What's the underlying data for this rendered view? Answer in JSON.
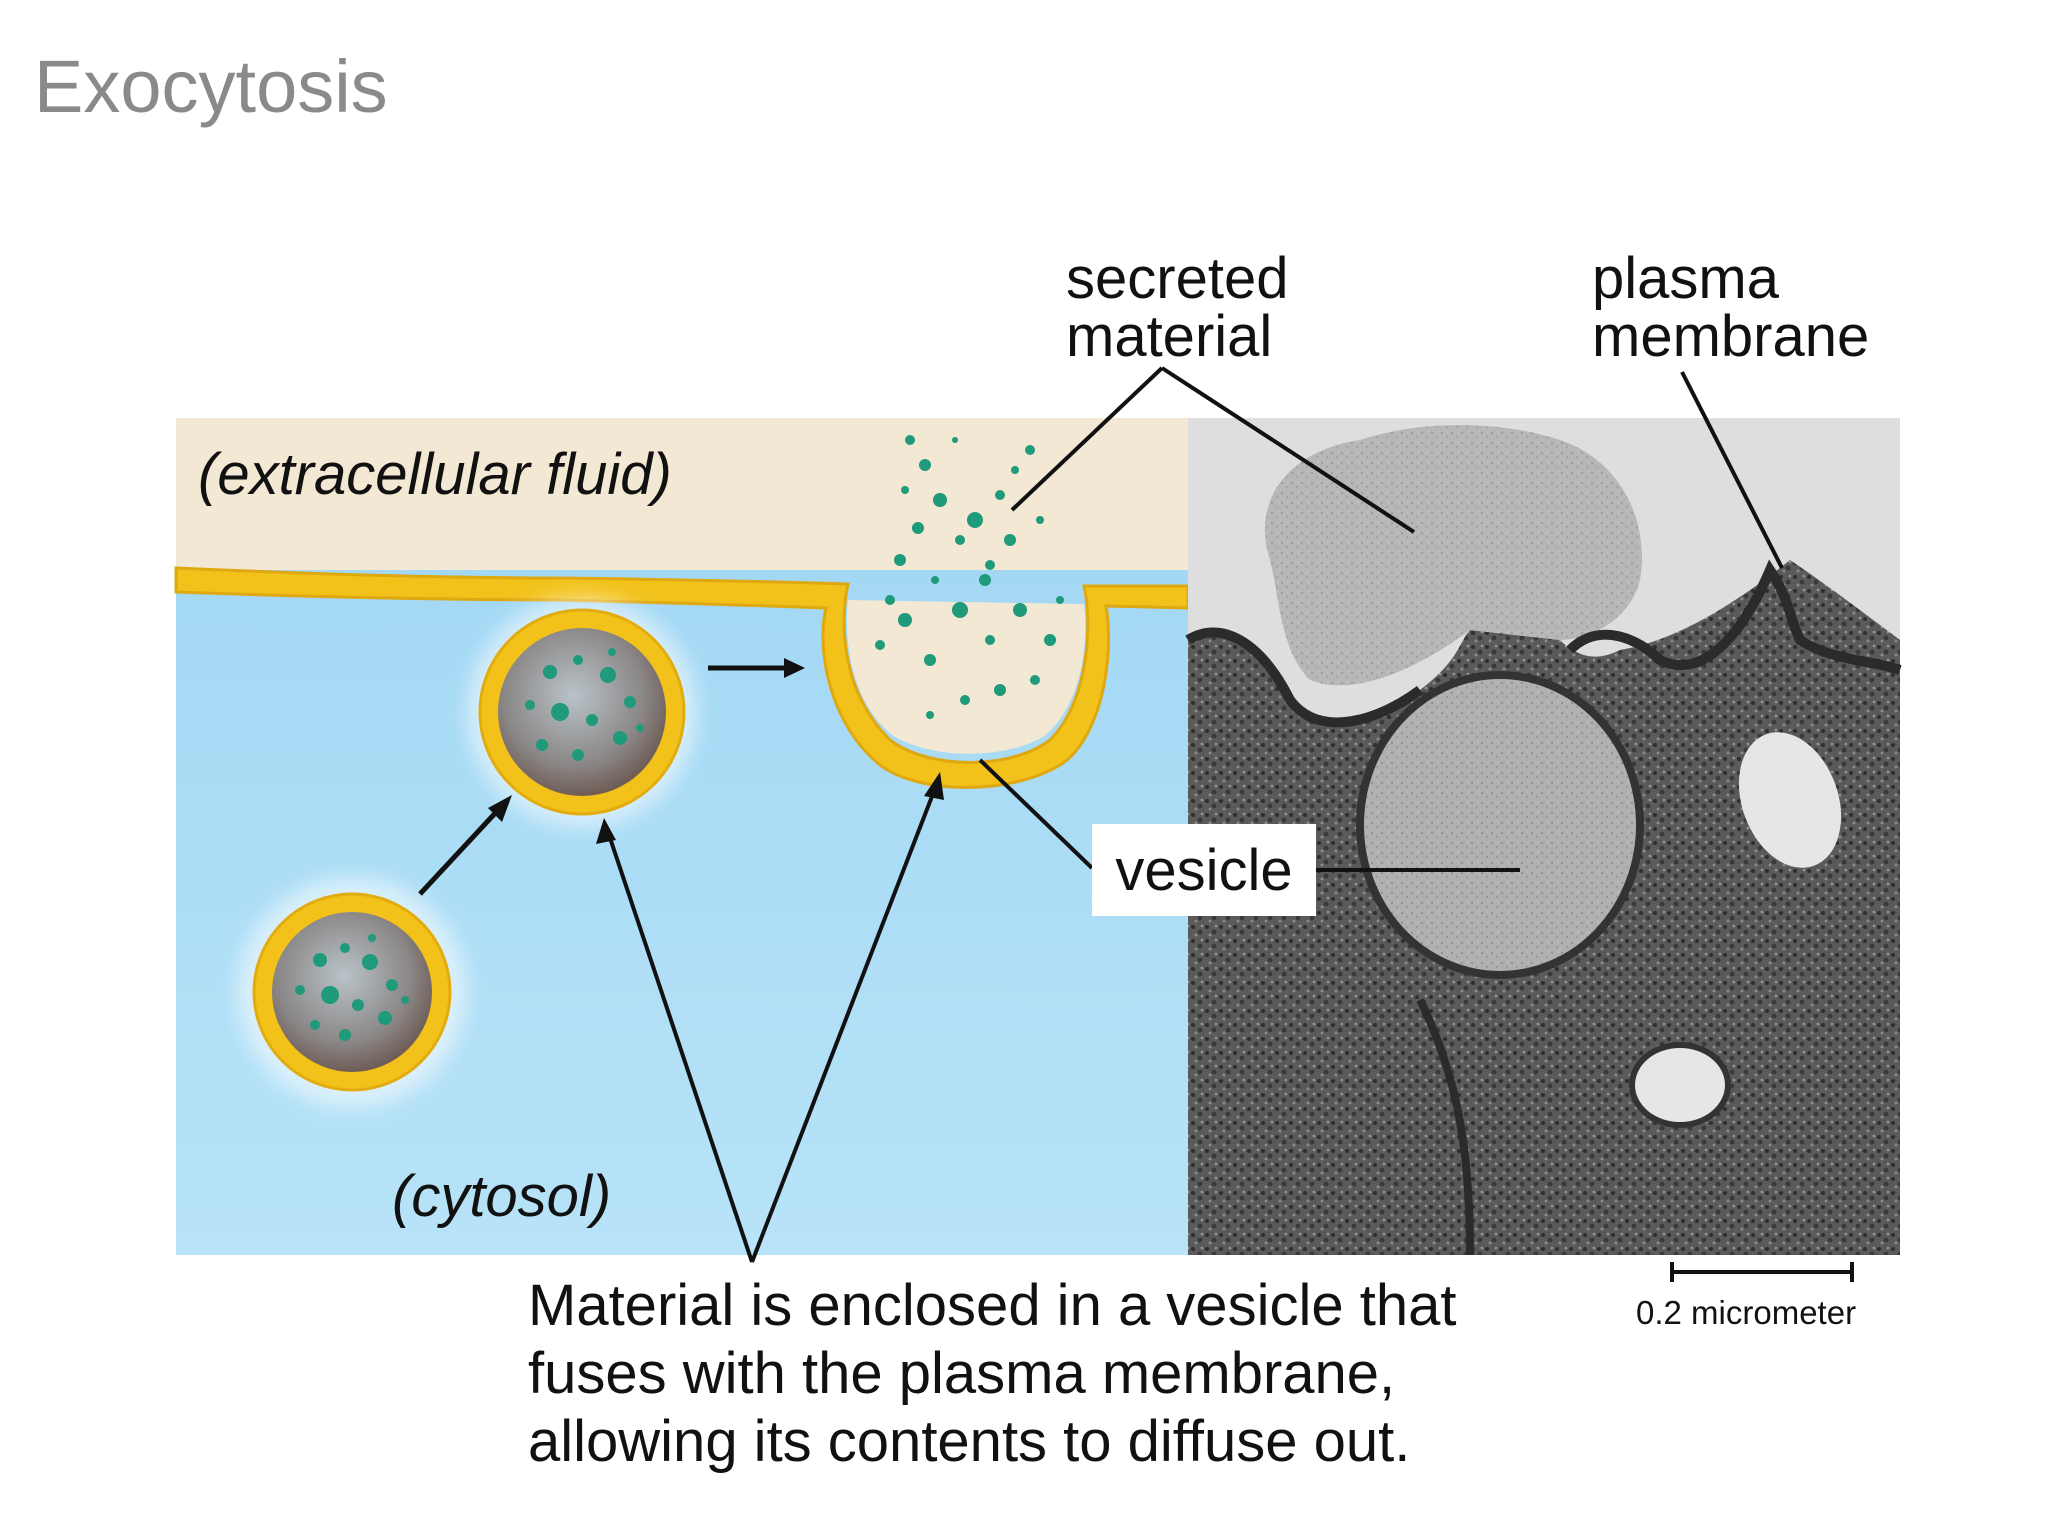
{
  "title": "Exocytosis",
  "labels": {
    "extracellular": "(extracellular fluid)",
    "cytosol": "(cytosol)",
    "secreted_line1": "secreted",
    "secreted_line2": "material",
    "plasma_line1": "plasma",
    "plasma_line2": "membrane",
    "vesicle": "vesicle"
  },
  "caption": [
    "Material is enclosed in a vesicle that",
    "fuses with the plasma membrane,",
    "allowing its contents to diffuse out."
  ],
  "scale_bar": "0.2 micrometer",
  "colors": {
    "extracellular": "#f3e8d4",
    "cytosol": "#a9dcf5",
    "membrane": "#f2c21a",
    "secreted": "#1f9a7a",
    "micrograph": "#8a8a8a"
  }
}
